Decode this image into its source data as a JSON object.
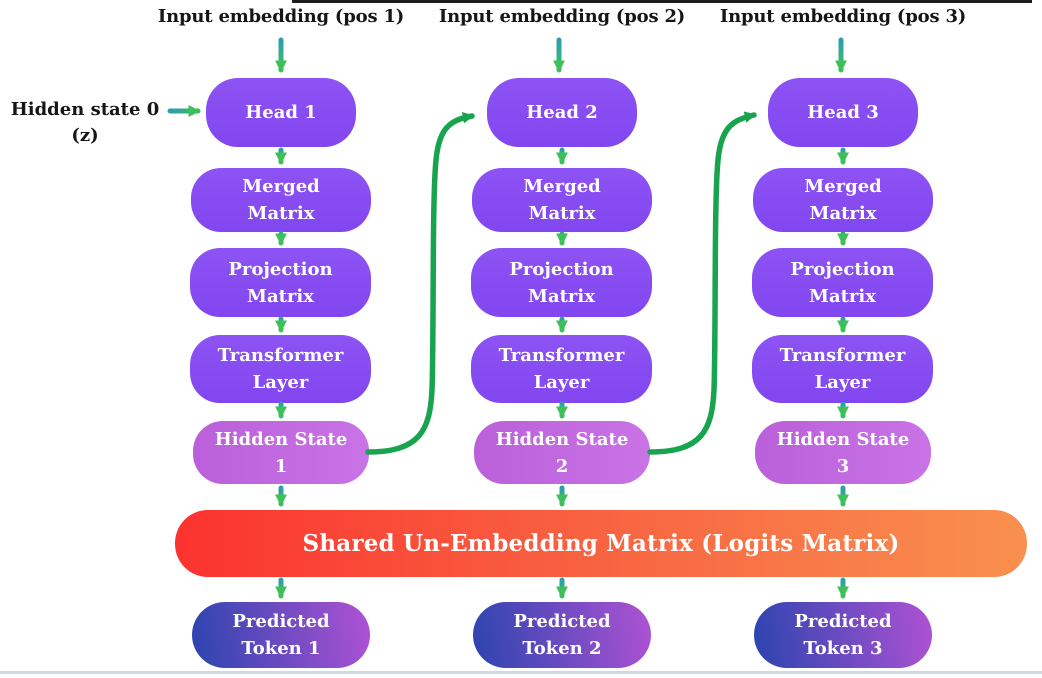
{
  "left_input": {
    "line1": "Hidden state 0",
    "line2": "(z)"
  },
  "shared_bar_label": "Shared Un-Embedding Matrix (Logits Matrix)",
  "columns": [
    {
      "input_label": "Input embedding (pos 1)",
      "head": "Head 1",
      "merged": [
        "Merged",
        "Matrix"
      ],
      "projection": [
        "Projection",
        "Matrix"
      ],
      "transformer": [
        "Transformer",
        "Layer"
      ],
      "hidden": [
        "Hidden State",
        "1"
      ],
      "predicted": [
        "Predicted",
        "Token 1"
      ]
    },
    {
      "input_label": "Input embedding (pos 2)",
      "head": "Head 2",
      "merged": [
        "Merged",
        "Matrix"
      ],
      "projection": [
        "Projection",
        "Matrix"
      ],
      "transformer": [
        "Transformer",
        "Layer"
      ],
      "hidden": [
        "Hidden State",
        "2"
      ],
      "predicted": [
        "Predicted",
        "Token 2"
      ]
    },
    {
      "input_label": "Input embedding (pos 3)",
      "head": "Head 3",
      "merged": [
        "Merged",
        "Matrix"
      ],
      "projection": [
        "Projection",
        "Matrix"
      ],
      "transformer": [
        "Transformer",
        "Layer"
      ],
      "hidden": [
        "Hidden State",
        "3"
      ],
      "predicted": [
        "Predicted",
        "Token 3"
      ]
    }
  ],
  "colors": {
    "box_purple": "#8a4ff3",
    "hidden_purple": "#c26ee0",
    "bar_red": "#fb332f",
    "bar_orange": "#f9904f",
    "token_blue": "#3145b0",
    "token_purple": "#b052d4",
    "arrow_teal": "#2f9dae",
    "arrow_green": "#3ec058",
    "curve_green": "#18a44f"
  }
}
